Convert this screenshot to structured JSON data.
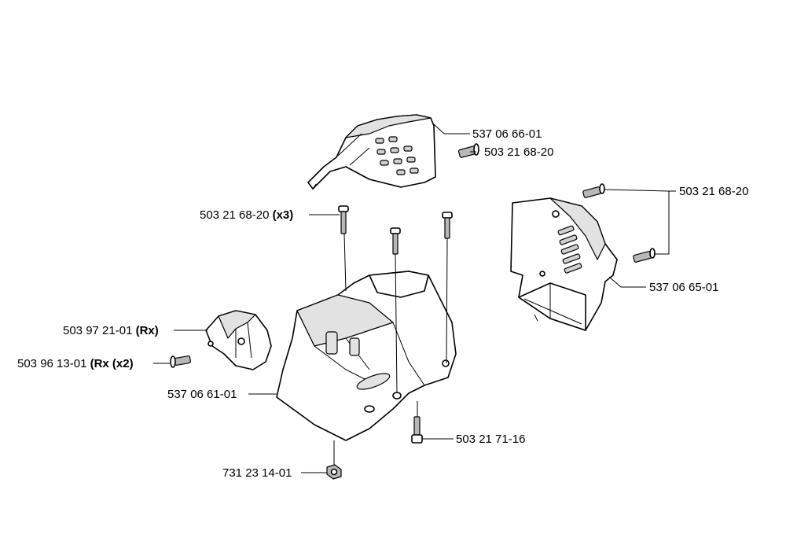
{
  "labels": {
    "top_cover": "537 06 66-01",
    "top_cover_screw": "503 21 68-20",
    "right_screws": "503 21 68-20",
    "screws_x3_code": "503 21 68-20",
    "screws_x3_qty": "(x3)",
    "right_cover": "537 06 65-01",
    "bracket_code": "503 97 21-01",
    "bracket_qty": "(Rx)",
    "bracket_screw_code": "503 96 13-01",
    "bracket_screw_qty": "(Rx (x2)",
    "housing": "537 06 61-01",
    "bottom_screw": "503 21 71-16",
    "nut": "731 23 14-01"
  }
}
